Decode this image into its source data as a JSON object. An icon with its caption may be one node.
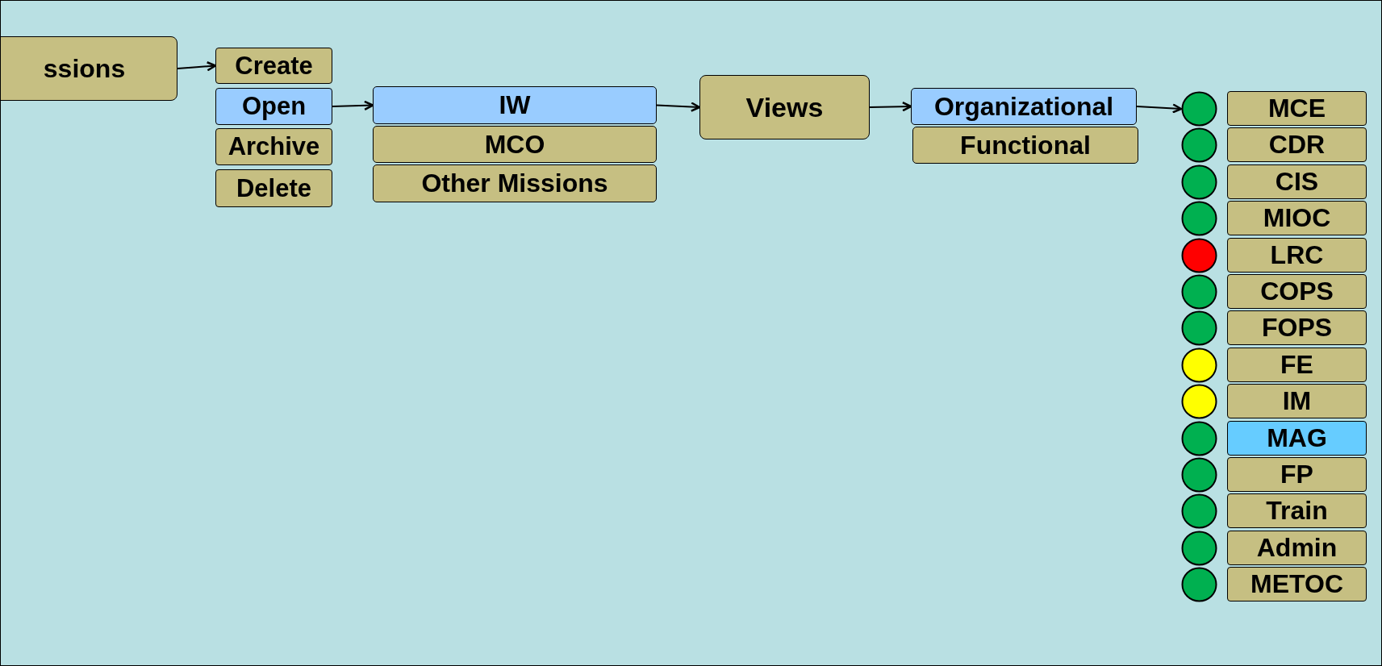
{
  "diagram": {
    "nodes": [
      {
        "text": [
          "ssions"
        ]
      },
      {
        "text": [
          "Create"
        ]
      },
      {
        "text": [
          "Open"
        ]
      },
      {
        "text": [
          "Archive"
        ]
      },
      {
        "text": [
          "Delete"
        ]
      },
      {
        "text": [
          "IW"
        ]
      },
      {
        "text": [
          "MCO"
        ]
      },
      {
        "text": [
          "Other Missions"
        ]
      },
      {
        "text": [
          "Views"
        ]
      },
      {
        "text": [
          "Organizational"
        ]
      },
      {
        "text": [
          "Functional"
        ]
      },
      {
        "text": [],
        "shape": "circle"
      },
      {
        "text": [
          "MCE"
        ]
      },
      {
        "text": [],
        "shape": "circle"
      },
      {
        "text": [
          "CDR"
        ]
      },
      {
        "text": [],
        "shape": "circle"
      },
      {
        "text": [
          "CIS"
        ]
      },
      {
        "text": [],
        "shape": "circle"
      },
      {
        "text": [
          "MIOC"
        ]
      },
      {
        "text": [],
        "shape": "circle"
      },
      {
        "text": [
          "LRC"
        ]
      },
      {
        "text": [],
        "shape": "circle"
      },
      {
        "text": [
          "COPS"
        ]
      },
      {
        "text": [],
        "shape": "circle"
      },
      {
        "text": [
          "FOPS"
        ]
      },
      {
        "text": [],
        "shape": "circle"
      },
      {
        "text": [
          "FE"
        ]
      },
      {
        "text": [],
        "shape": "circle"
      },
      {
        "text": [
          "IM"
        ]
      },
      {
        "text": [],
        "shape": "circle"
      },
      {
        "text": [
          "MAG"
        ]
      },
      {
        "text": [],
        "shape": "circle"
      },
      {
        "text": [
          "FP"
        ]
      },
      {
        "text": [],
        "shape": "circle"
      },
      {
        "text": [
          "Train"
        ]
      },
      {
        "text": [],
        "shape": "circle"
      },
      {
        "text": [
          "Admin"
        ]
      },
      {
        "text": [],
        "shape": "circle"
      },
      {
        "text": [
          "METOC"
        ]
      }
    ],
    "edges": [
      {
        "from": 0,
        "to": 1,
        "arrow": "to"
      },
      {
        "from": 2,
        "to": 5,
        "arrow": "to"
      },
      {
        "from": 5,
        "to": 8,
        "arrow": "to"
      },
      {
        "from": 8,
        "to": 9,
        "arrow": "to"
      },
      {
        "from": 9,
        "to": 11,
        "arrow": "to"
      }
    ]
  }
}
